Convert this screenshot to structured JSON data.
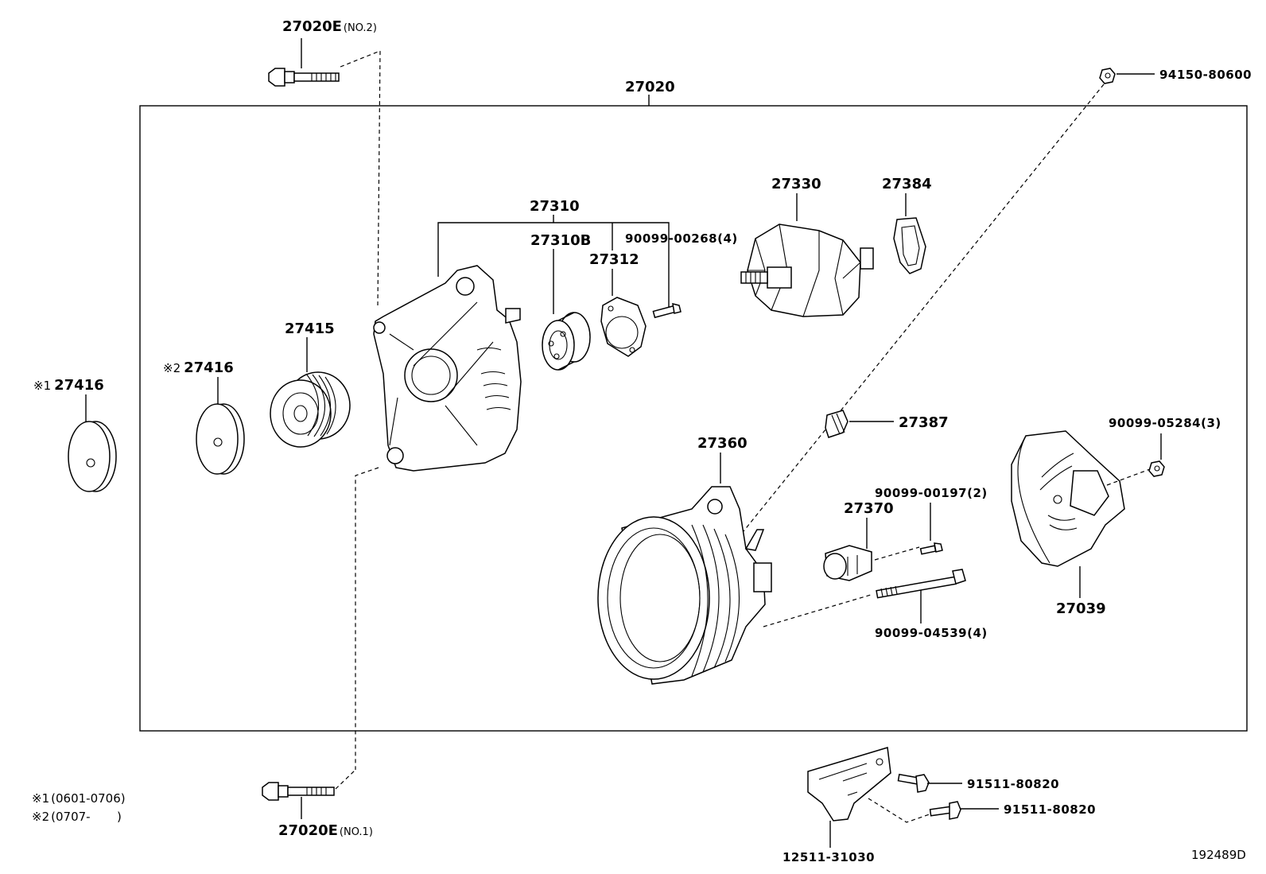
{
  "assembly": {
    "label": "27020"
  },
  "bolt_top": {
    "label": "27020E",
    "suffix": "(NO.2)"
  },
  "bolt_bottom": {
    "label": "27020E",
    "suffix": "(NO.1)"
  },
  "parts": {
    "p94150": "94150-80600",
    "p27330": "27330",
    "p27384": "27384",
    "p27310": "27310",
    "p27310b": "27310B",
    "p27312": "27312",
    "p90099_00268": "90099-00268(4)",
    "p27415": "27415",
    "p27416_a": "27416",
    "p27416_a_mark": "※1",
    "p27416_b": "27416",
    "p27416_b_mark": "※2",
    "p27387": "27387",
    "p90099_05284": "90099-05284(3)",
    "p27360": "27360",
    "p90099_00197": "90099-00197(2)",
    "p27370": "27370",
    "p27039": "27039",
    "p90099_04539": "90099-04539(4)",
    "p91511_a": "91511-80820",
    "p91511_b": "91511-80820",
    "p12511": "12511-31030"
  },
  "notes": {
    "n1_mark": "※1",
    "n1_text": "(0601-0706)",
    "n2_mark": "※2",
    "n2_text": "(0707-       )"
  },
  "figure_id": "192489D"
}
